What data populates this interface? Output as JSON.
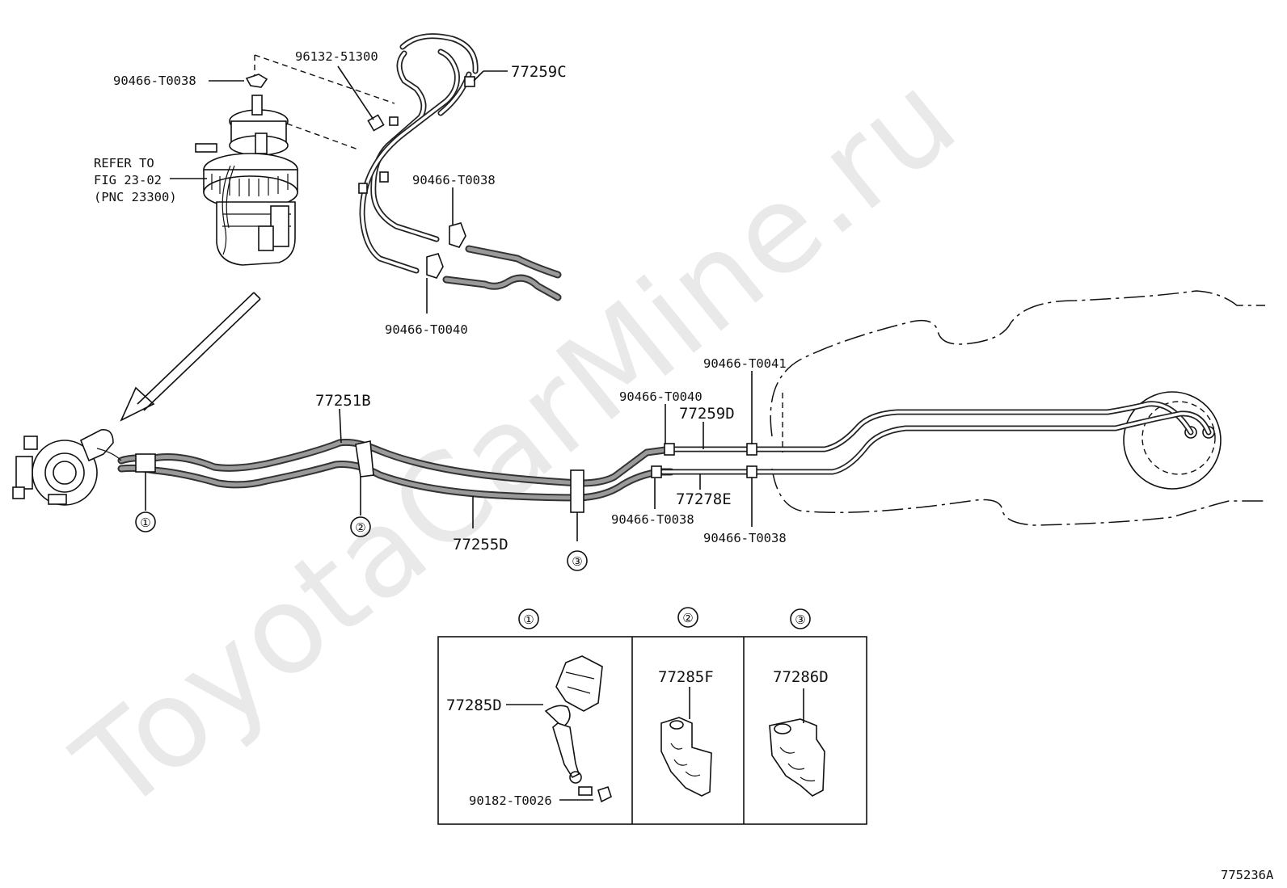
{
  "watermark": "ToyotaCarMine.ru",
  "figure_id": "775236A",
  "labels": {
    "p_90466_T0038_top": "90466-T0038",
    "p_96132_51300": "96132-51300",
    "p_77259C": "77259C",
    "refer_line1": "REFER TO",
    "refer_line2": "FIG 23-02",
    "refer_line3": "(PNC 23300)",
    "p_90466_T0038_mid": "90466-T0038",
    "p_90466_T0040_top": "90466-T0040",
    "p_77251B": "77251B",
    "p_90466_T0041": "90466-T0041",
    "p_90466_T0040_right": "90466-T0040",
    "p_77259D": "77259D",
    "p_77278E": "77278E",
    "p_90466_T0038_r1": "90466-T0038",
    "p_90466_T0038_r2": "90466-T0038",
    "p_77255D": "77255D",
    "clamp1": "①",
    "clamp2": "②",
    "clamp3": "③",
    "box1_title": "①",
    "box2_title": "②",
    "box3_title": "③",
    "p_77285D": "77285D",
    "p_90182_T0026": "90182-T0026",
    "p_77285F": "77285F",
    "p_77286D": "77286D"
  }
}
